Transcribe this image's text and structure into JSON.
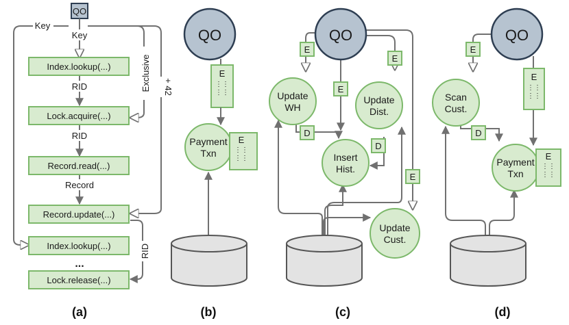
{
  "panel_a": {
    "qo": "QO",
    "ops": [
      "Index.lookup(...)",
      "Lock.acquire(...)",
      "Record.read(...)",
      "Record.update(...)",
      "Index.lookup(...)",
      "Lock.release(...)"
    ],
    "edge_labels": {
      "key_left": "Key",
      "key_top": "Key",
      "rid1": "RID",
      "rid2": "RID",
      "record": "Record",
      "exclusive": "Exclusive",
      "plus42": "+ 42",
      "rid_right": "RID"
    },
    "ellipsis": "...",
    "caption": "(a)"
  },
  "panel_b": {
    "qo": "QO",
    "e_box": "E",
    "node": [
      "Payment",
      "Txn"
    ],
    "side_e": "E",
    "caption": "(b)"
  },
  "panel_c": {
    "qo": "QO",
    "update_wh": [
      "Update",
      "WH"
    ],
    "update_dist": [
      "Update",
      "Dist."
    ],
    "insert_hist": [
      "Insert",
      "Hist."
    ],
    "update_cust": [
      "Update",
      "Cust."
    ],
    "e": "E",
    "d": "D",
    "caption": "(c)"
  },
  "panel_d": {
    "qo": "QO",
    "scan_cust": [
      "Scan",
      "Cust."
    ],
    "payment": [
      "Payment",
      "Txn"
    ],
    "e": "E",
    "d": "D",
    "caption": "(d)"
  }
}
